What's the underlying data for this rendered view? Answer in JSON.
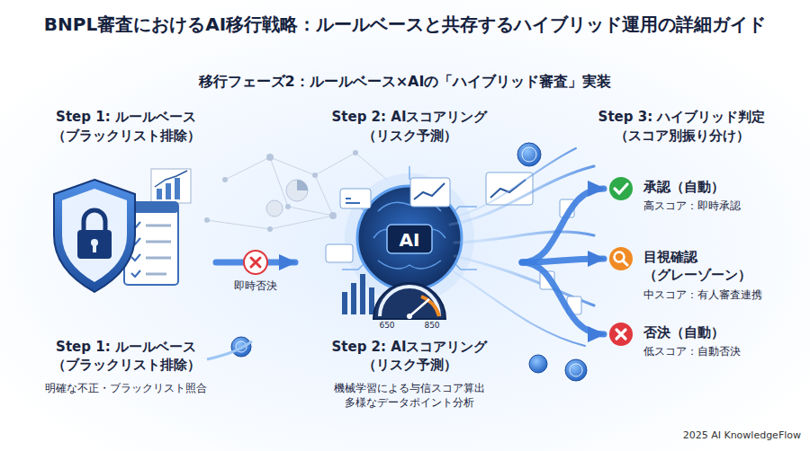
{
  "diagram": {
    "title": "BNPL審査におけるAI移行戦略：ルールベースと共存するハイブリッド運用の詳細ガイド",
    "nodes": [
      {
        "text": [
          "Step 1: ルールベース （ブラックリスト排除）"
        ]
      },
      {
        "text": [
          "Step 2: AIスコアリング （リスク予測）"
        ]
      },
      {
        "text": [
          "Step 3: ハイブリッド判定 （スコア別振り分け）"
        ]
      },
      {
        "text": [
          "承認（自動）",
          "高スコア：即時承認"
        ],
        "in": 2
      },
      {
        "text": [
          "目視確認 （グレーゾーン）",
          "中スコア：有人審査連携"
        ],
        "in": 2
      },
      {
        "text": [
          "否決（自動）",
          "低スコア：自動否決"
        ],
        "in": 2
      }
    ],
    "edges": [
      {
        "from": 0,
        "to": 1,
        "arrow": "to",
        "label": "即時否決"
      },
      {
        "from": 1,
        "to": 3,
        "arrow": "to"
      },
      {
        "from": 1,
        "to": 4,
        "arrow": "to"
      },
      {
        "from": 1,
        "to": 5,
        "arrow": "to"
      }
    ],
    "labels": [
      "移行フェーズ2：ルールベース×AIの「ハイブリッド審査」実装",
      "AI",
      "650",
      "850",
      "Step 1: ルールベース （ブラックリスト排除）",
      "明確な不正・ブラックリスト照合",
      "Step 2: AIスコアリング （リスク予測）",
      "機械学習による与信スコア算出 多様なデータポイント分析",
      "2025 AI KnowledgeFlow"
    ]
  }
}
